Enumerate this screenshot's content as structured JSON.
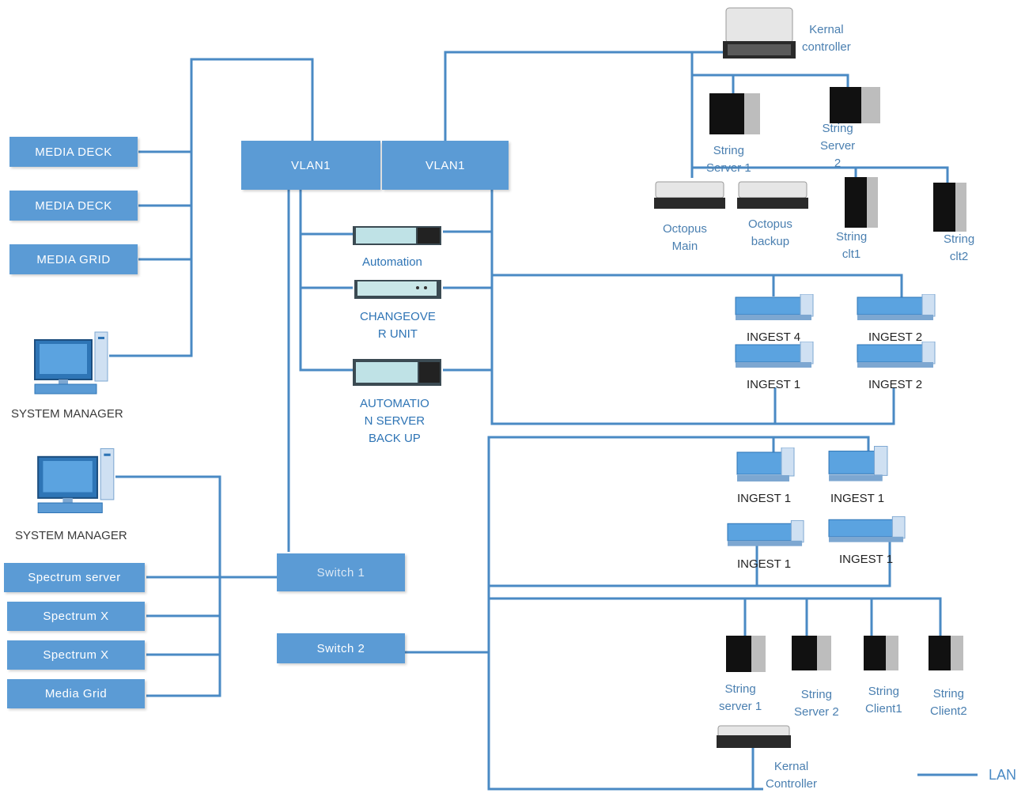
{
  "vlan": {
    "left": "VLAN1",
    "right": "VLAN1"
  },
  "media": {
    "deck1": "MEDIA DECK",
    "deck2": "MEDIA DECK",
    "grid": "MEDIA GRID"
  },
  "system_manager": {
    "top": "SYSTEM MANAGER",
    "bottom": "SYSTEM MANAGER"
  },
  "spectrum": {
    "server": "Spectrum server",
    "x1": "Spectrum X",
    "x2": "Spectrum X",
    "media_grid": "Media Grid"
  },
  "switches": {
    "s1": "Switch 1",
    "s2": "Switch 2"
  },
  "automation": {
    "auto": "Automation",
    "changeover": "CHANGEOVE\nR UNIT",
    "backup": "AUTOMATIO\nN SERVER\nBACK UP"
  },
  "top_servers": {
    "kernal": "Kernal\ncontroller",
    "string1": "String\nServer 1",
    "string2": "String\nServer\n2",
    "octopus_main": "Octopus\nMain",
    "octopus_backup": "Octopus\nbackup",
    "clt1": "String\nclt1",
    "clt2": "String\nclt2"
  },
  "ingest_a": {
    "i4": "INGEST 4",
    "i2a": "INGEST 2",
    "i1": "INGEST 1",
    "i2b": "INGEST 2"
  },
  "ingest_b": {
    "a": "INGEST 1",
    "b": "INGEST 1",
    "c": "INGEST 1",
    "d": "INGEST 1"
  },
  "bottom_servers": {
    "s1": "String\nserver 1",
    "s2": "String\nServer 2",
    "c1": "String\nClient1",
    "c2": "String\nClient2",
    "kernal": "Kernal\nController"
  },
  "legend": {
    "lan": "LAN",
    "color": "#4a8ac4"
  }
}
